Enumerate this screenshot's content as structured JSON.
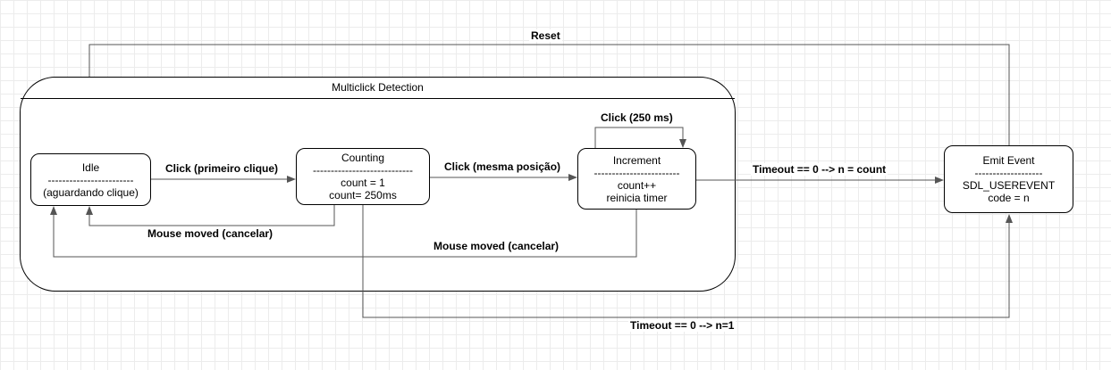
{
  "container": {
    "title": "Multiclick Detection"
  },
  "states": {
    "idle": {
      "title": "Idle",
      "divider": "------------------------",
      "lines": [
        "(aguardando clique)"
      ]
    },
    "counting": {
      "title": "Counting",
      "divider": "----------------------------",
      "lines": [
        "count = 1",
        "count= 250ms"
      ]
    },
    "increment": {
      "title": "Increment",
      "divider": "------------------------",
      "lines": [
        "count++",
        "reinicia timer"
      ]
    },
    "emit": {
      "title": "Emit Event",
      "divider": "-------------------",
      "lines": [
        "SDL_USEREVENT",
        "code = n"
      ]
    }
  },
  "transitions": {
    "reset": "Reset",
    "click_first": "Click (primeiro clique)",
    "click_same": "Click (mesma posição)",
    "click_250": "Click (250 ms)",
    "timeout_count": "Timeout == 0 --> n = count",
    "mouse_moved_1": "Mouse moved (cancelar)",
    "mouse_moved_2": "Mouse moved (cancelar)",
    "timeout_one": "Timeout == 0 --> n=1"
  }
}
